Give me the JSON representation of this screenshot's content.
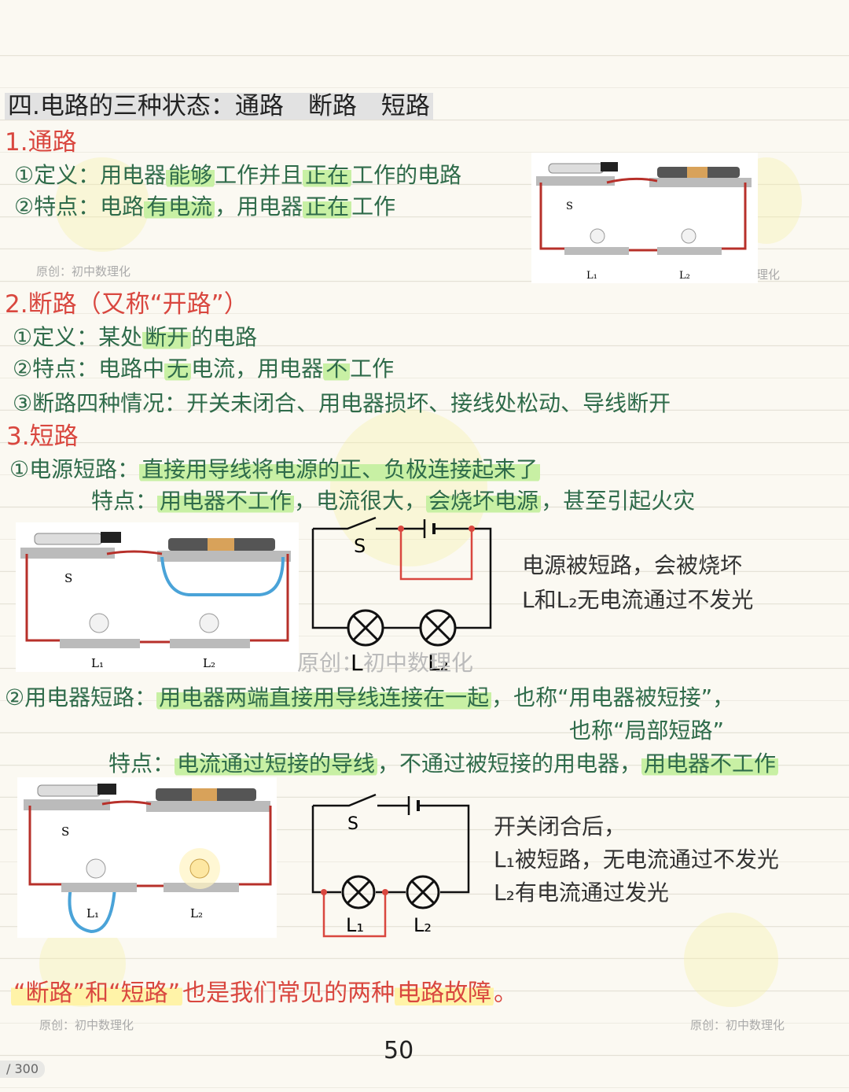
{
  "title": "四.电路的三种状态：通路　断路　短路",
  "s1": {
    "heading": "1.通路",
    "def_prefix": "①定义：用电器",
    "def_hl1": "能够",
    "def_mid": "工作并且",
    "def_hl2": "正在",
    "def_suffix": "工作的电路",
    "feat_prefix": "②特点：电路",
    "feat_hl1": "有电流",
    "feat_mid": "，用电器",
    "feat_hl2": "正在",
    "feat_suffix": "工作"
  },
  "s2": {
    "heading": "2.断路（又称“开路”）",
    "def_prefix": "①定义：某处",
    "def_hl": "断开",
    "def_suffix": "的电路",
    "feat_prefix": "②特点：电路中",
    "feat_hl1": "无",
    "feat_mid": "电流，用电器",
    "feat_hl2": "不",
    "feat_suffix": "工作",
    "cases": "③断路四种情况：开关未闭合、用电器损坏、接线处松动、导线断开"
  },
  "s3": {
    "heading": "3.短路",
    "p1_label": "①电源短路：",
    "p1_hl": "直接用导线将电源的正、负极连接起来了",
    "p1_feat_label": "特点：",
    "p1_feat_hl1": "用电器不工作",
    "p1_feat_mid": "，电流很大，",
    "p1_feat_hl2": "会烧坏电源",
    "p1_feat_suffix": "，甚至引起火灾",
    "p1_note1": "电源被短路，会被烧坏",
    "p1_note2": "L和L₂无电流通过不发光",
    "p2_label": "②用电器短路：",
    "p2_hl": "用电器两端直接用导线连接在一起",
    "p2_mid": "，也称“用电器被短接”，",
    "p2_line2": "也称“局部短路”",
    "p2_feat_label": "特点：",
    "p2_feat_hl1": "电流通过短接的导线",
    "p2_feat_mid": "，不通过被短接的用电器，",
    "p2_feat_hl2": "用电器不工作",
    "p2_note1": "开关闭合后，",
    "p2_note2": "L₁被短路，无电流通过不发光",
    "p2_note3": "L₂有电流通过发光"
  },
  "footer_hl": "“断路”和“短路”",
  "footer_text": "也是我们常见的两种",
  "footer_hl2": "电路故障",
  "footer_end": "。",
  "watermark": "原创：初中数理化",
  "watermark_partial": "理化",
  "page_number": "50",
  "page_counter": "/ 300",
  "diagram_labels": {
    "s": "S",
    "l1": "L₁",
    "l2": "L₂",
    "l1b": "L₁",
    "l2b": "L₂",
    "s_circ": "S",
    "l_circ": "L",
    "l2_circ": "L₂"
  },
  "colors": {
    "green": "#2f6b4a",
    "red": "#d9473f",
    "highlight": "#c8f0a4",
    "wire_red": "#b7302a",
    "wire_blue": "#4aa3d8"
  }
}
